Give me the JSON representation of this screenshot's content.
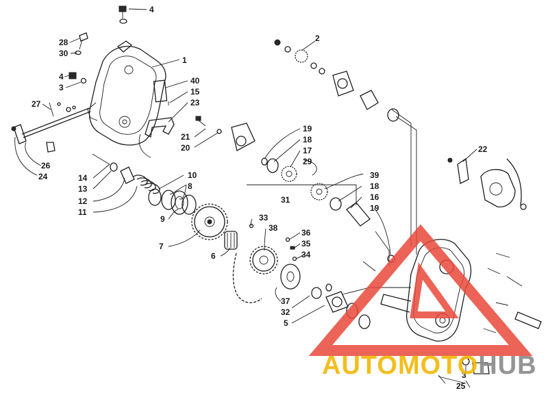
{
  "diagram": {
    "callouts": [
      {
        "id": "c4a",
        "text": "4"
      },
      {
        "id": "c28",
        "text": "28"
      },
      {
        "id": "c30",
        "text": "30"
      },
      {
        "id": "c1",
        "text": "1"
      },
      {
        "id": "c4b",
        "text": "4"
      },
      {
        "id": "c3a",
        "text": "3"
      },
      {
        "id": "c40",
        "text": "40"
      },
      {
        "id": "c15",
        "text": "15"
      },
      {
        "id": "c23",
        "text": "23"
      },
      {
        "id": "c27",
        "text": "27"
      },
      {
        "id": "c26",
        "text": "26"
      },
      {
        "id": "c24",
        "text": "24"
      },
      {
        "id": "c21",
        "text": "21"
      },
      {
        "id": "c20",
        "text": "20"
      },
      {
        "id": "c19a",
        "text": "19"
      },
      {
        "id": "c18a",
        "text": "18"
      },
      {
        "id": "c17",
        "text": "17"
      },
      {
        "id": "c29",
        "text": "29"
      },
      {
        "id": "c2",
        "text": "2"
      },
      {
        "id": "c22",
        "text": "22"
      },
      {
        "id": "c14",
        "text": "14"
      },
      {
        "id": "c13",
        "text": "13"
      },
      {
        "id": "c12",
        "text": "12"
      },
      {
        "id": "c11",
        "text": "11"
      },
      {
        "id": "c10",
        "text": "10"
      },
      {
        "id": "c8",
        "text": "8"
      },
      {
        "id": "c9",
        "text": "9"
      },
      {
        "id": "c7",
        "text": "7"
      },
      {
        "id": "c31",
        "text": "31"
      },
      {
        "id": "c39",
        "text": "39"
      },
      {
        "id": "c18b",
        "text": "18"
      },
      {
        "id": "c16",
        "text": "16"
      },
      {
        "id": "c19b",
        "text": "19"
      },
      {
        "id": "c33",
        "text": "33"
      },
      {
        "id": "c38",
        "text": "38"
      },
      {
        "id": "c36",
        "text": "36"
      },
      {
        "id": "c35",
        "text": "35"
      },
      {
        "id": "c34",
        "text": "34"
      },
      {
        "id": "c6",
        "text": "6"
      },
      {
        "id": "c37",
        "text": "37"
      },
      {
        "id": "c32",
        "text": "32"
      },
      {
        "id": "c5",
        "text": "5"
      },
      {
        "id": "c3b",
        "text": "3"
      },
      {
        "id": "c25",
        "text": "25"
      }
    ]
  },
  "watermark": {
    "part1": "AUTOMOTO",
    "part2": "HUB",
    "color_red": "#e8493a",
    "color_yellow": "#f2b705",
    "color_gray": "#8a8a8a"
  }
}
